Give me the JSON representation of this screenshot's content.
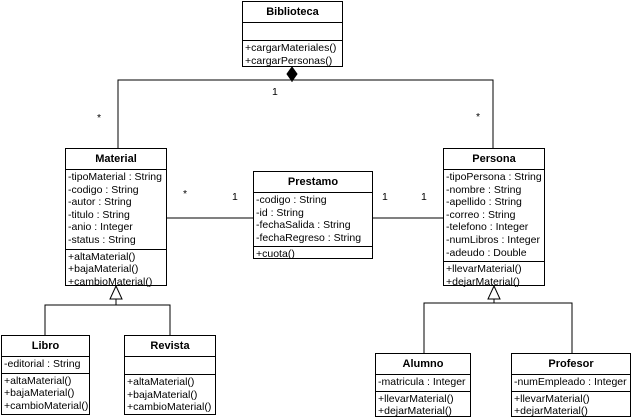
{
  "classes": {
    "biblioteca": {
      "name": "Biblioteca",
      "attributes": [],
      "methods": [
        "+cargarMateriales()",
        "+cargarPersonas()"
      ]
    },
    "material": {
      "name": "Material",
      "attributes": [
        "-tipoMaterial : String",
        "-codigo : String",
        "-autor : String",
        "-titulo : String",
        "-anio : Integer",
        "-status : String"
      ],
      "methods": [
        "+altaMaterial()",
        "+bajaMaterial()",
        "+cambioMaterial()"
      ]
    },
    "prestamo": {
      "name": "Prestamo",
      "attributes": [
        "-codigo : String",
        "-id : String",
        "-fechaSalida : String",
        "-fechaRegreso : String"
      ],
      "methods": [
        "+cuota()"
      ]
    },
    "persona": {
      "name": "Persona",
      "attributes": [
        "-tipoPersona : String",
        "-nombre : String",
        "-apellido : String",
        "-correo : String",
        "-telefono : Integer",
        "-numLibros : Integer",
        "-adeudo : Double"
      ],
      "methods": [
        "+llevarMaterial()",
        "+dejarMaterial()"
      ]
    },
    "libro": {
      "name": "Libro",
      "attributes": [
        "-editorial : String"
      ],
      "methods": [
        "+altaMaterial()",
        "+bajaMaterial()",
        "+cambioMaterial()"
      ]
    },
    "revista": {
      "name": "Revista",
      "attributes": [],
      "methods": [
        "+altaMaterial()",
        "+bajaMaterial()",
        "+cambioMaterial()"
      ]
    },
    "alumno": {
      "name": "Alumno",
      "attributes": [
        "-matricula : Integer"
      ],
      "methods": [
        "+llevarMaterial()",
        "+dejarMaterial()"
      ]
    },
    "profesor": {
      "name": "Profesor",
      "attributes": [
        "-numEmpleado : Integer"
      ],
      "methods": [
        "+llevarMaterial()",
        "+dejarMaterial()"
      ]
    }
  },
  "multiplicities": {
    "composition_one": "1",
    "material_many": "*",
    "persona_many": "*",
    "material_prestamo_many": "*",
    "prestamo_material_one": "1",
    "prestamo_persona_one": "1",
    "persona_prestamo_one": "1"
  }
}
